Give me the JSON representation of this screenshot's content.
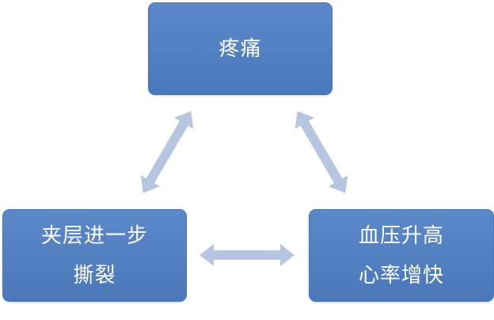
{
  "diagram": {
    "nodes": {
      "top": {
        "lines": [
          "疼痛"
        ]
      },
      "left": {
        "lines": [
          "夹层进一步",
          "撕裂"
        ]
      },
      "right": {
        "lines": [
          "血压升高",
          "心率增快"
        ]
      }
    },
    "colors": {
      "node_fill": "#4f7fbf",
      "node_text": "#ffffff",
      "arrow_fill": "#b6c6e0"
    },
    "connections": [
      {
        "from": "top",
        "to": "left",
        "type": "bidirectional"
      },
      {
        "from": "top",
        "to": "right",
        "type": "bidirectional"
      },
      {
        "from": "left",
        "to": "right",
        "type": "bidirectional"
      }
    ]
  }
}
